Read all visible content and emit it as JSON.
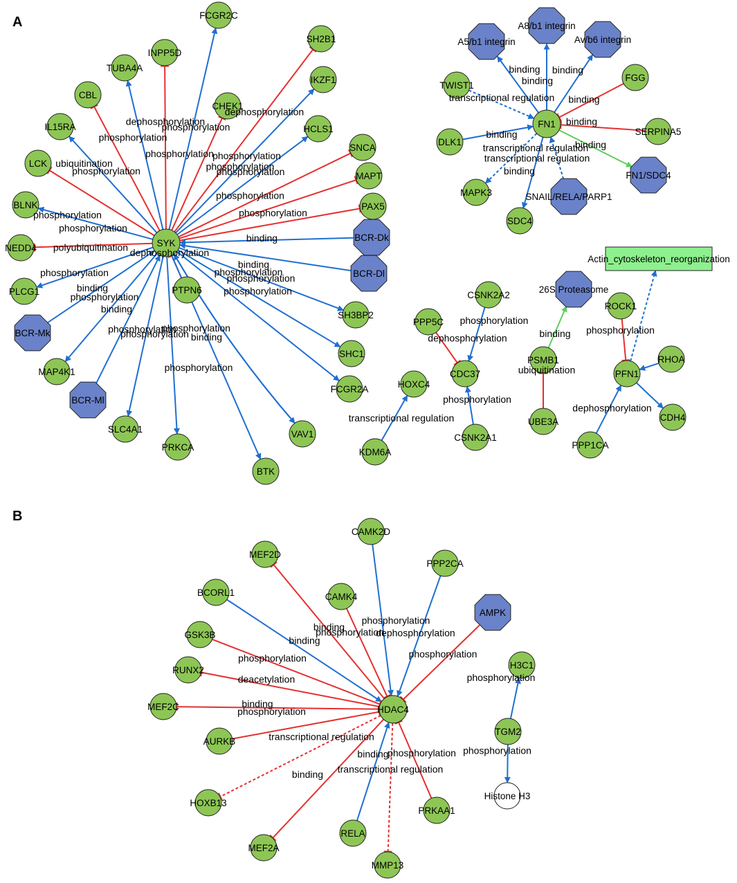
{
  "panels": [
    {
      "letter": "A",
      "nodes": [
        {
          "id": "SYK",
          "label": "SYK",
          "type": "gene"
        },
        {
          "id": "FCGR2C",
          "label": "FCGR2C",
          "type": "gene"
        },
        {
          "id": "INPP5D",
          "label": "INPP5D",
          "type": "gene"
        },
        {
          "id": "SH2B1",
          "label": "SH2B1",
          "type": "gene"
        },
        {
          "id": "TUBA4A",
          "label": "TUBA4A",
          "type": "gene"
        },
        {
          "id": "IKZF1",
          "label": "IKZF1",
          "type": "gene"
        },
        {
          "id": "CBL",
          "label": "CBL",
          "type": "gene"
        },
        {
          "id": "CHEK1",
          "label": "CHEK1",
          "type": "gene"
        },
        {
          "id": "HCLS1",
          "label": "HCLS1",
          "type": "gene"
        },
        {
          "id": "IL15RA",
          "label": "IL15RA",
          "type": "gene"
        },
        {
          "id": "SNCA",
          "label": "SNCA",
          "type": "gene"
        },
        {
          "id": "LCK",
          "label": "LCK",
          "type": "gene"
        },
        {
          "id": "MAPT",
          "label": "MAPT",
          "type": "gene"
        },
        {
          "id": "BLNK",
          "label": "BLNK",
          "type": "gene"
        },
        {
          "id": "PAX5",
          "label": "PAX5",
          "type": "gene"
        },
        {
          "id": "NEDD4",
          "label": "NEDD4",
          "type": "gene"
        },
        {
          "id": "BCRDk",
          "label": "BCR-Dk",
          "type": "complex"
        },
        {
          "id": "BCRDl",
          "label": "BCR-Dl",
          "type": "complex"
        },
        {
          "id": "PLCG1",
          "label": "PLCG1",
          "type": "gene"
        },
        {
          "id": "PTPN6",
          "label": "PTPN6",
          "type": "gene"
        },
        {
          "id": "SH3BP2",
          "label": "SH3BP2",
          "type": "gene"
        },
        {
          "id": "BCRMk",
          "label": "BCR-Mk",
          "type": "complex"
        },
        {
          "id": "SHC1",
          "label": "SHC1",
          "type": "gene"
        },
        {
          "id": "MAP4K1",
          "label": "MAP4K1",
          "type": "gene"
        },
        {
          "id": "FCGR2A",
          "label": "FCGR2A",
          "type": "gene"
        },
        {
          "id": "BCRMl",
          "label": "BCR-Ml",
          "type": "complex"
        },
        {
          "id": "SLC4A1",
          "label": "SLC4A1",
          "type": "gene"
        },
        {
          "id": "PRKCA",
          "label": "PRKCA",
          "type": "gene"
        },
        {
          "id": "VAV1",
          "label": "VAV1",
          "type": "gene"
        },
        {
          "id": "BTK",
          "label": "BTK",
          "type": "gene"
        },
        {
          "id": "FN1",
          "label": "FN1",
          "type": "gene"
        },
        {
          "id": "A5b1",
          "label": "A5/b1 integrin",
          "type": "complex"
        },
        {
          "id": "A8b1",
          "label": "A8/b1 integrin",
          "type": "complex"
        },
        {
          "id": "Avb6",
          "label": "Av/b6 integrin",
          "type": "complex"
        },
        {
          "id": "TWIST1",
          "label": "TWIST1",
          "type": "gene"
        },
        {
          "id": "FGG",
          "label": "FGG",
          "type": "gene"
        },
        {
          "id": "DLK1",
          "label": "DLK1",
          "type": "gene"
        },
        {
          "id": "SERPINA5",
          "label": "SERPINA5",
          "type": "gene"
        },
        {
          "id": "FN1SDC4",
          "label": "FN1/SDC4",
          "type": "complex"
        },
        {
          "id": "MAPK3",
          "label": "MAPK3",
          "type": "gene"
        },
        {
          "id": "SNAIL",
          "label": "SNAIL/RELA/PARP1",
          "type": "complex"
        },
        {
          "id": "SDC4",
          "label": "SDC4",
          "type": "gene"
        },
        {
          "id": "ACR",
          "label": "Actin_cytoskeleton_reorganization",
          "type": "process"
        },
        {
          "id": "P26S",
          "label": "26S Proteasome",
          "type": "complex"
        },
        {
          "id": "CSNK2A2",
          "label": "CSNK2A2",
          "type": "gene"
        },
        {
          "id": "ROCK1",
          "label": "ROCK1",
          "type": "gene"
        },
        {
          "id": "PPP5C",
          "label": "PPP5C",
          "type": "gene"
        },
        {
          "id": "PSMB1",
          "label": "PSMB1",
          "type": "gene"
        },
        {
          "id": "RHOA",
          "label": "RHOA",
          "type": "gene"
        },
        {
          "id": "HOXC4",
          "label": "HOXC4",
          "type": "gene"
        },
        {
          "id": "CDC37",
          "label": "CDC37",
          "type": "gene"
        },
        {
          "id": "PFN1",
          "label": "PFN1",
          "type": "gene"
        },
        {
          "id": "UBE3A",
          "label": "UBE3A",
          "type": "gene"
        },
        {
          "id": "CDH4",
          "label": "CDH4",
          "type": "gene"
        },
        {
          "id": "CSNK2A1",
          "label": "CSNK2A1",
          "type": "gene"
        },
        {
          "id": "KDM6A",
          "label": "KDM6A",
          "type": "gene"
        },
        {
          "id": "PPP1CA",
          "label": "PPP1CA",
          "type": "gene"
        }
      ],
      "edges": [
        {
          "s": "SYK",
          "t": "FCGR2C",
          "kind": "activation",
          "label": "phosphorylation"
        },
        {
          "s": "SYK",
          "t": "INPP5D",
          "kind": "inhibition",
          "label": "dephosphorylation"
        },
        {
          "s": "SYK",
          "t": "SH2B1",
          "kind": "inhibition",
          "label": "dephosphorylation"
        },
        {
          "s": "SYK",
          "t": "TUBA4A",
          "kind": "activation",
          "label": "phosphorylation"
        },
        {
          "s": "SYK",
          "t": "IKZF1",
          "kind": "activation",
          "label": "phosphorylation"
        },
        {
          "s": "SYK",
          "t": "CBL",
          "kind": "inhibition",
          "label": "ubiquitination"
        },
        {
          "s": "SYK",
          "t": "CHEK1",
          "kind": "inhibition",
          "label": "phosphorylation"
        },
        {
          "s": "SYK",
          "t": "HCLS1",
          "kind": "activation",
          "label": "phosphorylation"
        },
        {
          "s": "SYK",
          "t": "IL15RA",
          "kind": "activation",
          "label": "phosphorylation"
        },
        {
          "s": "SYK",
          "t": "SNCA",
          "kind": "inhibition",
          "label": "phosphorylation"
        },
        {
          "s": "SYK",
          "t": "LCK",
          "kind": "inhibition",
          "label": "phosphorylation"
        },
        {
          "s": "SYK",
          "t": "MAPT",
          "kind": "inhibition",
          "label": "phosphorylation"
        },
        {
          "s": "SYK",
          "t": "BLNK",
          "kind": "activation",
          "label": "phosphorylation"
        },
        {
          "s": "SYK",
          "t": "PAX5",
          "kind": "inhibition",
          "label": "phosphorylation"
        },
        {
          "s": "SYK",
          "t": "NEDD4",
          "kind": "inhibition",
          "label": "polyubiquitination"
        },
        {
          "s": "BCRDk",
          "t": "SYK",
          "kind": "activation",
          "label": "binding"
        },
        {
          "s": "BCRDl",
          "t": "SYK",
          "kind": "activation",
          "label": "binding"
        },
        {
          "s": "SYK",
          "t": "PLCG1",
          "kind": "activation",
          "label": "phosphorylation"
        },
        {
          "s": "PTPN6",
          "t": "SYK",
          "kind": "inhibition",
          "label": "dephosphorylation"
        },
        {
          "s": "SYK",
          "t": "SH3BP2",
          "kind": "activation",
          "label": "phosphorylation"
        },
        {
          "s": "BCRMk",
          "t": "SYK",
          "kind": "activation",
          "label": "binding"
        },
        {
          "s": "SYK",
          "t": "SHC1",
          "kind": "activation",
          "label": "phosphorylation"
        },
        {
          "s": "SYK",
          "t": "MAP4K1",
          "kind": "activation",
          "label": "phosphorylation"
        },
        {
          "s": "SYK",
          "t": "FCGR2A",
          "kind": "activation",
          "label": "phosphorylation"
        },
        {
          "s": "BCRMl",
          "t": "SYK",
          "kind": "activation",
          "label": "binding"
        },
        {
          "s": "SYK",
          "t": "SLC4A1",
          "kind": "activation",
          "label": "phosphorylation"
        },
        {
          "s": "SYK",
          "t": "PRKCA",
          "kind": "activation",
          "label": "phosphorylation"
        },
        {
          "s": "SYK",
          "t": "VAV1",
          "kind": "activation",
          "label": "phosphorylation"
        },
        {
          "s": "VAV1",
          "t": "SYK",
          "kind": "activation",
          "label": "binding"
        },
        {
          "s": "SYK",
          "t": "BTK",
          "kind": "activation",
          "label": "phosphorylation"
        },
        {
          "s": "FN1",
          "t": "A5b1",
          "kind": "activation",
          "label": "binding"
        },
        {
          "s": "FN1",
          "t": "A8b1",
          "kind": "activation",
          "label": "binding"
        },
        {
          "s": "FN1",
          "t": "Avb6",
          "kind": "activation",
          "label": "binding"
        },
        {
          "s": "TWIST1",
          "t": "FN1",
          "kind": "activation-dashed",
          "label": "transcriptional regulation"
        },
        {
          "s": "FGG",
          "t": "FN1",
          "kind": "inhibition",
          "label": "binding"
        },
        {
          "s": "DLK1",
          "t": "FN1",
          "kind": "activation",
          "label": "binding"
        },
        {
          "s": "SERPINA5",
          "t": "FN1",
          "kind": "inhibition",
          "label": "binding"
        },
        {
          "s": "FN1",
          "t": "FN1SDC4",
          "kind": "binding-green",
          "label": "binding"
        },
        {
          "s": "FN1",
          "t": "MAPK3",
          "kind": "activation-dashed",
          "label": "transcriptional regulation"
        },
        {
          "s": "SNAIL",
          "t": "FN1",
          "kind": "activation-dashed",
          "label": "transcriptional regulation"
        },
        {
          "s": "FN1",
          "t": "SDC4",
          "kind": "activation",
          "label": "binding"
        },
        {
          "s": "CSNK2A2",
          "t": "CDC37",
          "kind": "activation",
          "label": "phosphorylation"
        },
        {
          "s": "PPP5C",
          "t": "CDC37",
          "kind": "inhibition",
          "label": "dephosphorylation"
        },
        {
          "s": "CSNK2A1",
          "t": "CDC37",
          "kind": "activation",
          "label": "phosphorylation"
        },
        {
          "s": "KDM6A",
          "t": "HOXC4",
          "kind": "activation",
          "label": "transcriptional regulation"
        },
        {
          "s": "PSMB1",
          "t": "P26S",
          "kind": "binding-green",
          "label": "binding"
        },
        {
          "s": "UBE3A",
          "t": "PSMB1",
          "kind": "inhibition",
          "label": "ubiquitination"
        },
        {
          "s": "ROCK1",
          "t": "PFN1",
          "kind": "inhibition",
          "label": "phosphorylation"
        },
        {
          "s": "PFN1",
          "t": "ACR",
          "kind": "activation-dashed",
          "label": ""
        },
        {
          "s": "RHOA",
          "t": "PFN1",
          "kind": "activation",
          "label": ""
        },
        {
          "s": "PFN1",
          "t": "CDH4",
          "kind": "activation",
          "label": ""
        },
        {
          "s": "PPP1CA",
          "t": "PFN1",
          "kind": "activation",
          "label": "dephosphorylation"
        }
      ]
    },
    {
      "letter": "B",
      "nodes": [
        {
          "id": "HDAC4",
          "label": "HDAC4",
          "type": "gene"
        },
        {
          "id": "CAMK2D",
          "label": "CAMK2D",
          "type": "gene"
        },
        {
          "id": "MEF2D",
          "label": "MEF2D",
          "type": "gene"
        },
        {
          "id": "PPP2CA",
          "label": "PPP2CA",
          "type": "gene"
        },
        {
          "id": "BCORL1",
          "label": "BCORL1",
          "type": "gene"
        },
        {
          "id": "CAMK4",
          "label": "CAMK4",
          "type": "gene"
        },
        {
          "id": "AMPK",
          "label": "AMPK",
          "type": "complex"
        },
        {
          "id": "GSK3B",
          "label": "GSK3B",
          "type": "gene"
        },
        {
          "id": "RUNX2",
          "label": "RUNX2",
          "type": "gene"
        },
        {
          "id": "H3C1",
          "label": "H3C1",
          "type": "gene"
        },
        {
          "id": "MEF2C",
          "label": "MEF2C",
          "type": "gene"
        },
        {
          "id": "AURKB",
          "label": "AURKB",
          "type": "gene"
        },
        {
          "id": "TGM2",
          "label": "TGM2",
          "type": "gene"
        },
        {
          "id": "HOXB13",
          "label": "HOXB13",
          "type": "gene"
        },
        {
          "id": "PRKAA1",
          "label": "PRKAA1",
          "type": "gene"
        },
        {
          "id": "HistoneH3",
          "label": "Histone H3",
          "type": "other"
        },
        {
          "id": "RELA",
          "label": "RELA",
          "type": "gene"
        },
        {
          "id": "MEF2A",
          "label": "MEF2A",
          "type": "gene"
        },
        {
          "id": "MMP13",
          "label": "MMP13",
          "type": "gene"
        }
      ],
      "edges": [
        {
          "s": "CAMK2D",
          "t": "HDAC4",
          "kind": "activation",
          "label": "phosphorylation"
        },
        {
          "s": "HDAC4",
          "t": "MEF2D",
          "kind": "inhibition",
          "label": "binding"
        },
        {
          "s": "PPP2CA",
          "t": "HDAC4",
          "kind": "activation",
          "label": "dephosphorylation"
        },
        {
          "s": "BCORL1",
          "t": "HDAC4",
          "kind": "activation",
          "label": "binding"
        },
        {
          "s": "CAMK4",
          "t": "HDAC4",
          "kind": "inhibition",
          "label": "phosphorylation"
        },
        {
          "s": "AMPK",
          "t": "HDAC4",
          "kind": "inhibition",
          "label": "phosphorylation"
        },
        {
          "s": "GSK3B",
          "t": "HDAC4",
          "kind": "inhibition",
          "label": "phosphorylation"
        },
        {
          "s": "HDAC4",
          "t": "RUNX2",
          "kind": "inhibition",
          "label": "deacetylation"
        },
        {
          "s": "HDAC4",
          "t": "MEF2C",
          "kind": "inhibition",
          "label": "binding"
        },
        {
          "s": "AURKB",
          "t": "HDAC4",
          "kind": "inhibition",
          "label": "phosphorylation"
        },
        {
          "s": "HDAC4",
          "t": "HOXB13",
          "kind": "inhibition-dashed",
          "label": "transcriptional regulation"
        },
        {
          "s": "HDAC4",
          "t": "MEF2A",
          "kind": "inhibition",
          "label": "binding"
        },
        {
          "s": "RELA",
          "t": "HDAC4",
          "kind": "activation",
          "label": "binding"
        },
        {
          "s": "HDAC4",
          "t": "MMP13",
          "kind": "inhibition-dashed",
          "label": "transcriptional regulation"
        },
        {
          "s": "PRKAA1",
          "t": "HDAC4",
          "kind": "inhibition",
          "label": "phosphorylation"
        },
        {
          "s": "TGM2",
          "t": "H3C1",
          "kind": "activation",
          "label": "phosphorylation"
        },
        {
          "s": "TGM2",
          "t": "HistoneH3",
          "kind": "activation",
          "label": "phosphorylation"
        }
      ]
    }
  ],
  "colors": {
    "gene": "#8dc655",
    "complex": "#6a82c9",
    "process": "#8ef08e",
    "other": "#ffffff",
    "activation": "#1f6fd1",
    "inhibition": "#e53030",
    "binding_green": "#5ccf5c"
  }
}
